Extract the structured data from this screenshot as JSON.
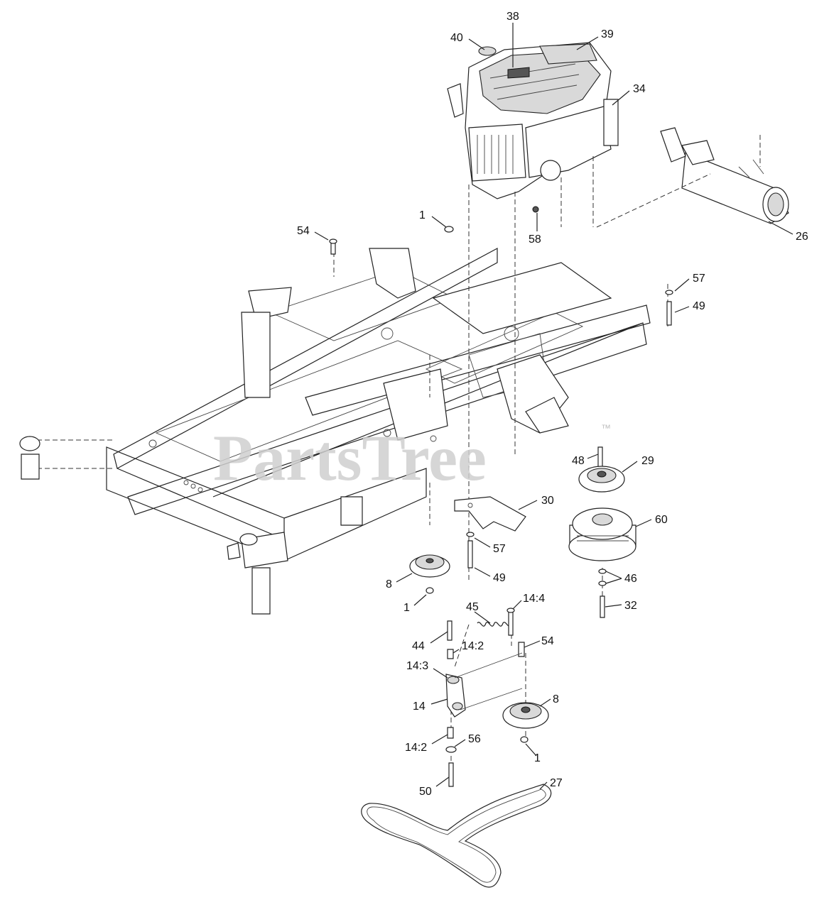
{
  "watermark": {
    "text": "PartsTree",
    "trademark": "™"
  },
  "callouts": {
    "c38": "38",
    "c39": "39",
    "c40": "40",
    "c34": "34",
    "c26": "26",
    "c1a": "1",
    "c54a": "54",
    "c58": "58",
    "c57a": "57",
    "c49a": "49",
    "c48": "48",
    "c29": "29",
    "c30": "30",
    "c60": "60",
    "c57b": "57",
    "c49b": "49",
    "c8a": "8",
    "c1b": "1",
    "c46": "46",
    "c32": "32",
    "c45": "45",
    "c14_4": "14:4",
    "c44": "44",
    "c14_2a": "14:2",
    "c54b": "54",
    "c14_3": "14:3",
    "c14": "14",
    "c8b": "8",
    "c14_2b": "14:2",
    "c56": "56",
    "c1c": "1",
    "c50": "50",
    "c27": "27"
  }
}
